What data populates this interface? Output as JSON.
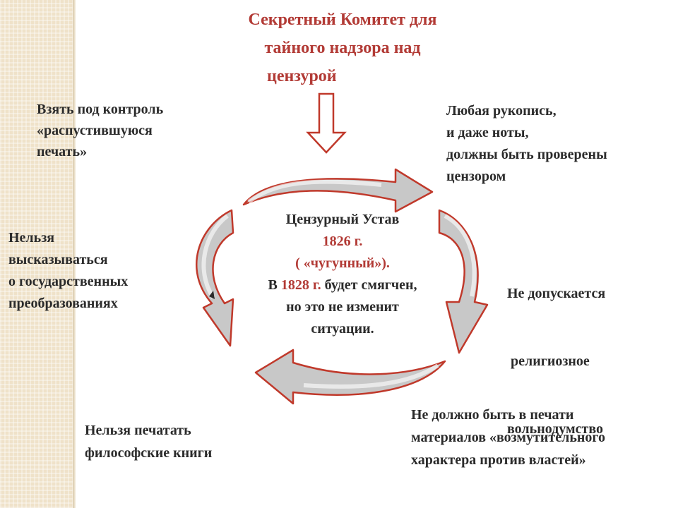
{
  "title": {
    "line1": "Секретный Комитет для",
    "line2": "тайного надзора над",
    "line3": "цензурой"
  },
  "center": {
    "line1": "Цензурный Устав",
    "year1": "1826 г.",
    "nickname": "( «чугунный»).",
    "line4_prefix": "В ",
    "year2": "1828 г.",
    "line4_suffix": " будет смягчен,",
    "line5": "но это не изменит",
    "line6": "ситуации."
  },
  "points": {
    "top_left": [
      "Взять под контроль",
      "«распустившуюся",
      "печать»"
    ],
    "top_right": [
      "Любая рукопись,",
      "и даже ноты,",
      "должны быть проверены",
      "цензором"
    ],
    "left": [
      "Нельзя",
      "высказываться",
      "о государственных",
      "преобразованиях"
    ],
    "right": [
      "Не допускается",
      " религиозное",
      "вольнодумство"
    ],
    "bottom_left": [
      "Нельзя печатать",
      "философские книги"
    ],
    "bottom_right": [
      "Не должно быть в печати",
      "материалов «возмутительного",
      "характера против властей»"
    ]
  },
  "colors": {
    "accent": "#b23a35",
    "arrow_stroke": "#c0392b",
    "arrow_fill": "#c8c8c8",
    "text": "#2b2b2b"
  }
}
